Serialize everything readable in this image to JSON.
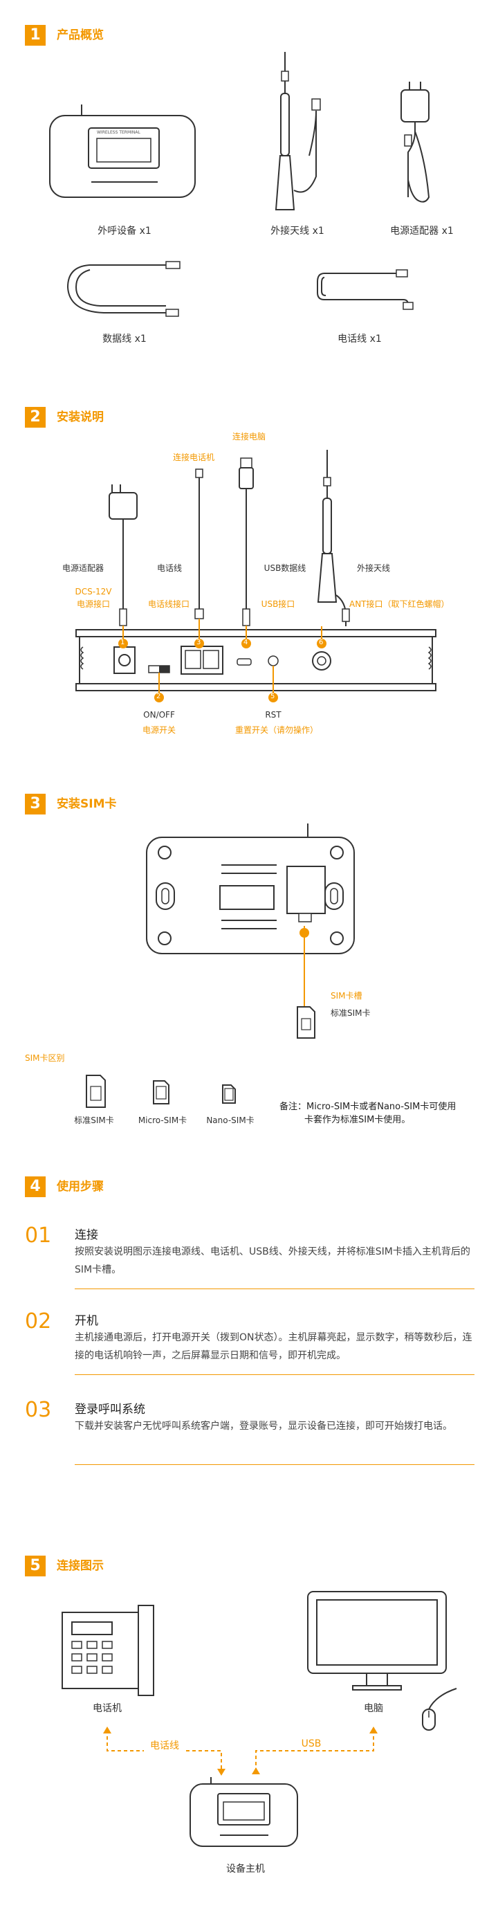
{
  "sections": {
    "s1": {
      "num": "1",
      "title": "产品概览"
    },
    "s2": {
      "num": "2",
      "title": "安装说明"
    },
    "s3": {
      "num": "3",
      "title": "安装SIM卡"
    },
    "s4": {
      "num": "4",
      "title": "使用步骤"
    },
    "s5": {
      "num": "5",
      "title": "连接图示"
    }
  },
  "overview": {
    "device_screen_text": "WIRELESS TERMINAL",
    "items": [
      "外呼设备 x1",
      "外接天线 x1",
      "电源适配器 x1",
      "数据线 x1",
      "电话线 x1"
    ]
  },
  "install": {
    "labels_top": {
      "connect_pc": "连接电脑",
      "connect_phone": "连接电话机",
      "power_adapter": "电源适配器",
      "phone_line": "电话线",
      "usb_line": "USB数据线",
      "ext_antenna": "外接天线"
    },
    "ports": {
      "dc": "DCS-12V",
      "power_port": "电源接口",
      "phone_port": "电话线接口",
      "usb_port": "USB接口",
      "ant_port": "ANT接口（取下红色螺帽）"
    },
    "bottom": {
      "onoff": "ON/OFF",
      "power_switch": "电源开关",
      "rst": "RST",
      "reset_switch": "重置开关（请勿操作）"
    },
    "markers": [
      "1",
      "2",
      "3",
      "4",
      "5",
      "6"
    ]
  },
  "sim": {
    "slot": "SIM卡槽",
    "std": "标准SIM卡",
    "diff_title": "SIM卡区别",
    "cards": [
      "标准SIM卡",
      "Micro-SIM卡",
      "Nano-SIM卡"
    ],
    "note_line1": "备注：Micro-SIM卡或者Nano-SIM卡可使用",
    "note_line2": "卡套作为标准SIM卡使用。"
  },
  "steps": [
    {
      "num": "01",
      "title": "连接",
      "body": "按照安装说明图示连接电源线、电话机、USB线、外接天线，并将标准SIM卡插入主机背后的SIM卡槽。"
    },
    {
      "num": "02",
      "title": "开机",
      "body": "主机接通电源后，打开电源开关（拨到ON状态）。主机屏幕亮起，显示数字，稍等数秒后，连接的电话机响铃一声，之后屏幕显示日期和信号，即开机完成。"
    },
    {
      "num": "03",
      "title": "登录呼叫系统",
      "body": "下载并安装客户无忧呼叫系统客户端，登录账号，显示设备已连接，即可开始拨打电话。"
    }
  ],
  "connect": {
    "phone": "电话机",
    "pc": "电脑",
    "line_label": "电话线",
    "usb_label": "USB",
    "host": "设备主机"
  },
  "colors": {
    "accent": "#f39800",
    "line": "#333333"
  }
}
